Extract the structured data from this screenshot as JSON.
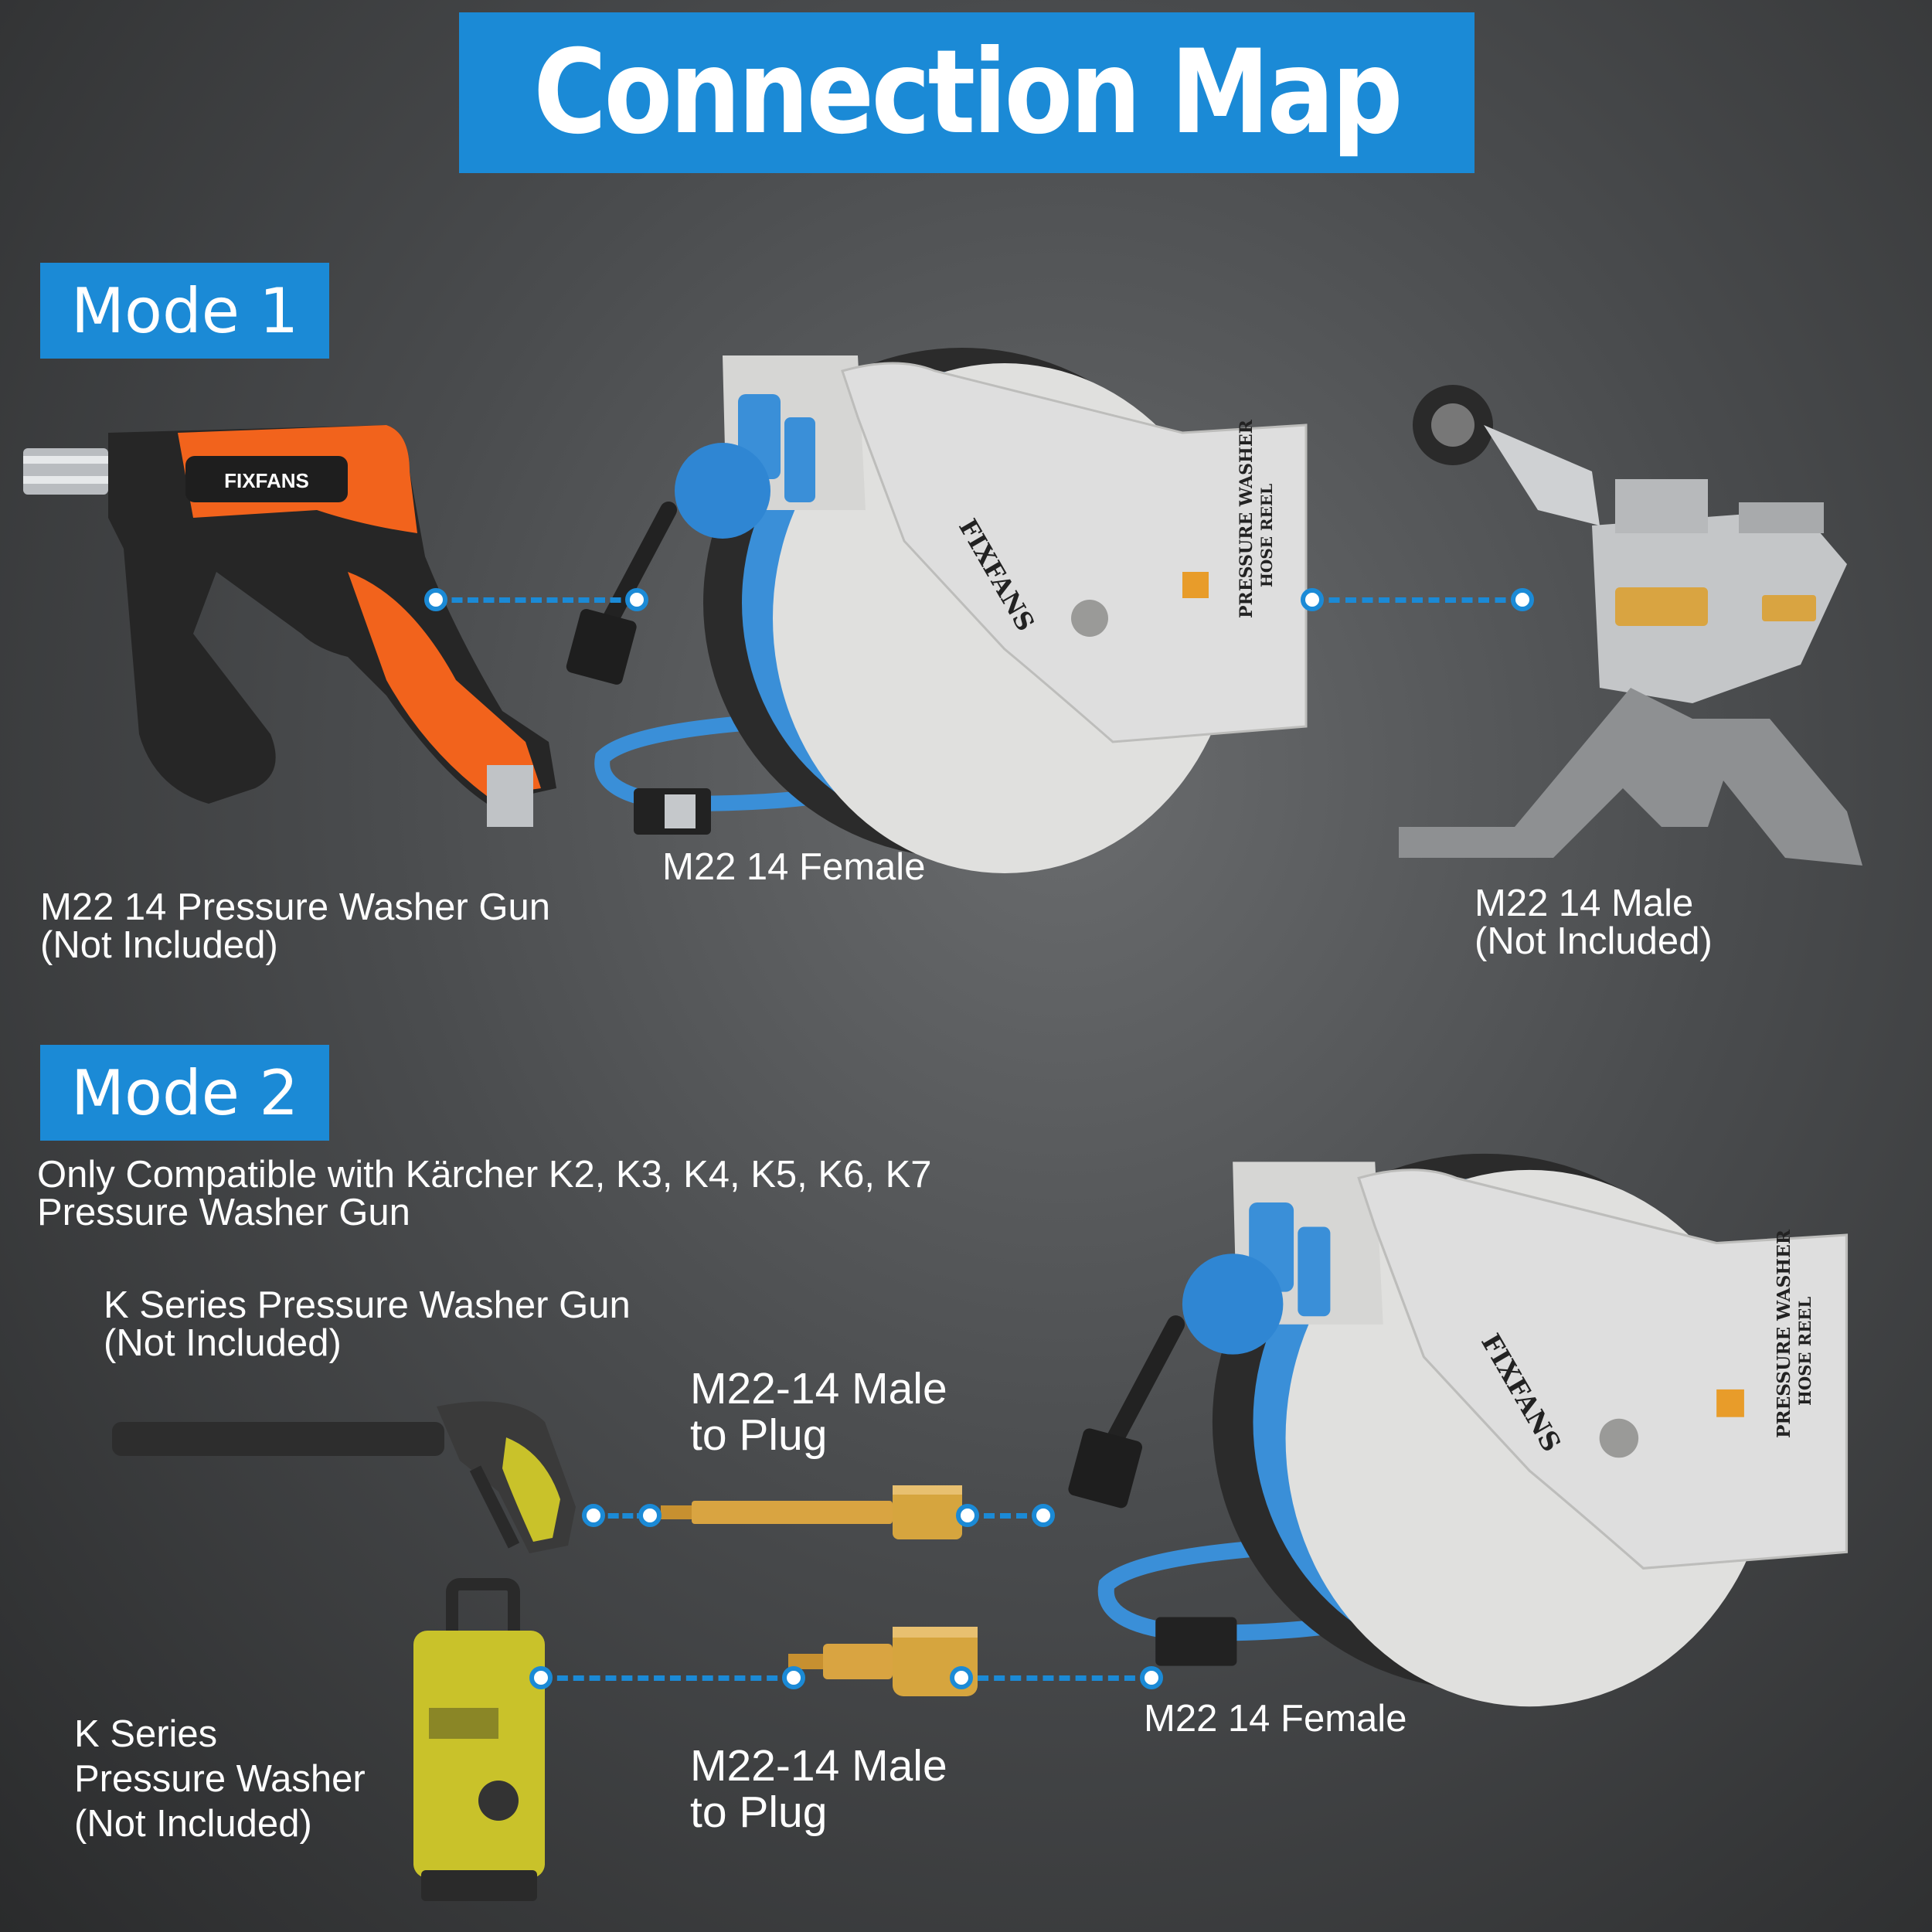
{
  "title": "Connection Map",
  "mode1": {
    "label": "Mode 1",
    "gun_label_line1": "M22 14 Pressure Washer Gun",
    "gun_label_line2": "(Not Included)",
    "reel_label": "M22 14 Female",
    "pump_label_line1": "M22 14 Male",
    "pump_label_line2": "(Not Included)"
  },
  "mode2": {
    "label": "Mode 2",
    "compat_line1": "Only Compatible with Kärcher K2, K3, K4, K5, K6, K7",
    "compat_line2": "Pressure Washer Gun",
    "k_gun_line1": "K Series Pressure Washer Gun",
    "k_gun_line2": "(Not Included)",
    "adapter_top_line1": "M22-14 Male",
    "adapter_top_line2": "to Plug",
    "adapter_bottom_line1": "M22-14 Male",
    "adapter_bottom_line2": "to Plug",
    "reel_label": "M22 14 Female",
    "k_washer_line1": "K Series",
    "k_washer_line2": "Pressure Washer",
    "k_washer_line3": "(Not Included)"
  },
  "brand": {
    "name": "FIXFANS",
    "reel_text_line1": "PRESSURE WASHER",
    "reel_text_line2": "HOSE REEL"
  },
  "colors": {
    "accent_blue": "#1b8ad6",
    "gun_orange": "#f2631c",
    "hose_blue": "#3a8fd8",
    "reel_gray": "#dcdcda",
    "brass": "#d9a441",
    "kaercher_yellow": "#c9c22a"
  }
}
